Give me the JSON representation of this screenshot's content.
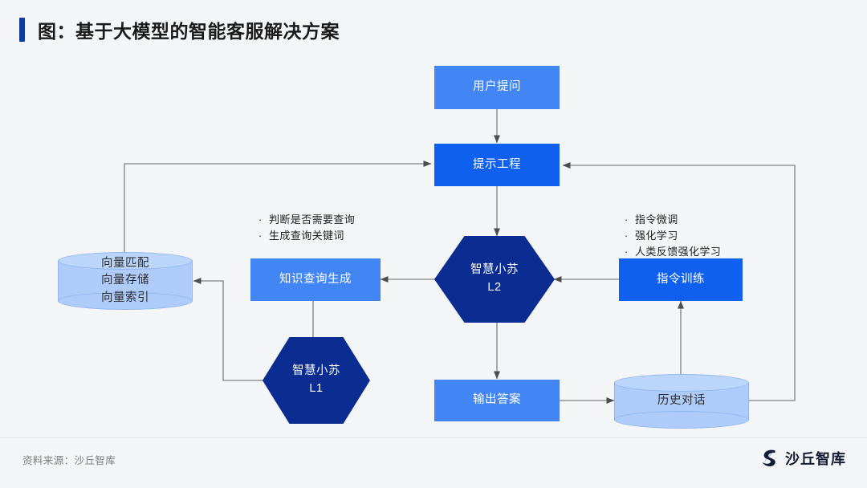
{
  "header": {
    "title": "图：基于大模型的智能客服解决方案",
    "accent_color": "#0d3aa0"
  },
  "colors": {
    "background": "#f4f5f6",
    "box_light_blue": "#4285f4",
    "box_strong_blue": "#1060ef",
    "hexagon_navy": "#0b2d91",
    "cylinder_blue": "#aecbfa",
    "cylinder_top": "#bcd5fb",
    "connector_gray": "#6e6e6e",
    "title_text": "#1a1a1a",
    "footer_text": "#7d7d7d",
    "logo_navy": "#141b34"
  },
  "diagram": {
    "nodes": [
      {
        "id": "user-question",
        "label": "用户提问",
        "shape": "box",
        "style": "light"
      },
      {
        "id": "prompt-engineering",
        "label": "提示工程",
        "shape": "box",
        "style": "strong"
      },
      {
        "id": "knowledge-query-generation",
        "label": "知识查询生成",
        "shape": "box",
        "style": "light"
      },
      {
        "id": "instruction-training",
        "label": "指令训练",
        "shape": "box",
        "style": "strong"
      },
      {
        "id": "output-answer",
        "label": "输出答案",
        "shape": "box",
        "style": "light"
      },
      {
        "id": "agent-l2",
        "label": "智慧小苏\nL2",
        "shape": "hexagon",
        "style": "navy"
      },
      {
        "id": "agent-l1",
        "label": "智慧小苏\nL1",
        "shape": "hexagon",
        "style": "navy"
      },
      {
        "id": "vector-store",
        "label": "向量匹配\n向量存储\n向量索引",
        "shape": "cylinder",
        "style": "lightblue"
      },
      {
        "id": "history-dialog",
        "label": "历史对话",
        "shape": "cylinder",
        "style": "lightblue"
      }
    ],
    "annotations": [
      {
        "id": "query-decision-bullets",
        "items": [
          "判断是否需要查询",
          "生成查询关键词"
        ]
      },
      {
        "id": "training-method-bullets",
        "items": [
          "指令微调",
          "强化学习",
          "人类反馈强化学习"
        ]
      }
    ],
    "edges": [
      {
        "from": "user-question",
        "to": "prompt-engineering"
      },
      {
        "from": "prompt-engineering",
        "to": "agent-l2"
      },
      {
        "from": "agent-l2",
        "to": "knowledge-query-generation"
      },
      {
        "from": "knowledge-query-generation",
        "to": "agent-l1"
      },
      {
        "from": "agent-l1",
        "to": "vector-store"
      },
      {
        "from": "vector-store",
        "to": "prompt-engineering"
      },
      {
        "from": "agent-l2",
        "to": "output-answer"
      },
      {
        "from": "output-answer",
        "to": "history-dialog"
      },
      {
        "from": "history-dialog",
        "to": "instruction-training"
      },
      {
        "from": "instruction-training",
        "to": "agent-l2"
      },
      {
        "from": "history-dialog",
        "to": "prompt-engineering"
      }
    ]
  },
  "node_labels": {
    "user_question": "用户提问",
    "prompt_engineering": "提示工程",
    "knowledge_query_generation": "知识查询生成",
    "instruction_training": "指令训练",
    "output_answer": "输出答案",
    "agent_l2": "智慧小苏\nL2",
    "agent_l1": "智慧小苏\nL1",
    "vector_store": "向量匹配\n向量存储\n向量索引",
    "history_dialog": "历史对话"
  },
  "bullets_left": {
    "item_0": "判断是否需要查询",
    "item_1": "生成查询关键词",
    "marker": "·"
  },
  "bullets_right": {
    "item_0": "指令微调",
    "item_1": "强化学习",
    "item_2": "人类反馈强化学习",
    "marker": "·"
  },
  "footer": {
    "source": "资料来源：沙丘智库",
    "logo_text": "沙丘智库",
    "logo_mark": "dune-swoosh-icon"
  }
}
